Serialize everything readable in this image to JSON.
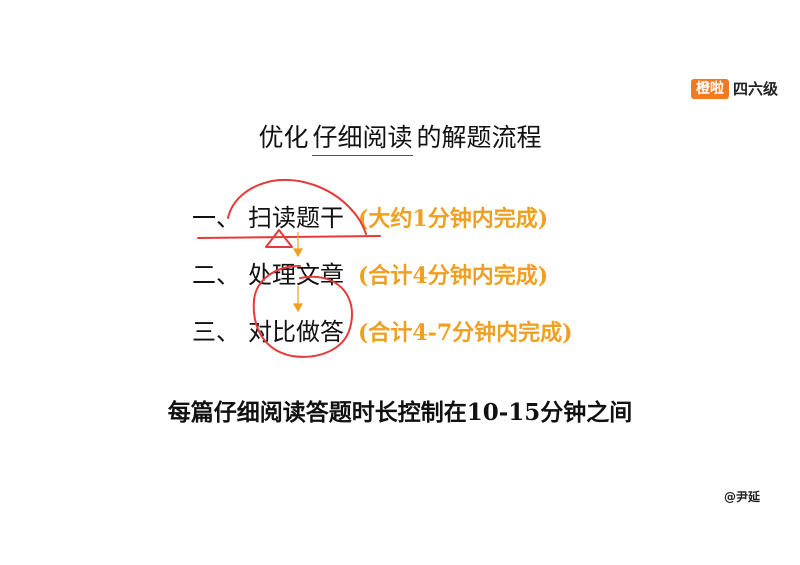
{
  "brand": {
    "logo": "橙啦",
    "text": "四六级"
  },
  "title": {
    "prefix": "优化",
    "underlined": "仔细阅读",
    "suffix": "的解题流程"
  },
  "steps": [
    {
      "num": "一、",
      "label": "扫读题干",
      "time": "(大约1分钟内完成)"
    },
    {
      "num": "二、",
      "label": "处理文章",
      "time": "(合计4分钟内完成)"
    },
    {
      "num": "三、",
      "label": "对比做答",
      "time": "(合计4-7分钟内完成)"
    }
  ],
  "summary": "每篇仔细阅读答题时长控制在10-15分钟之间",
  "author": "@尹延",
  "colors": {
    "accent": "#f0a020",
    "annotation": "#e8393a",
    "brand": "#f07a22"
  }
}
